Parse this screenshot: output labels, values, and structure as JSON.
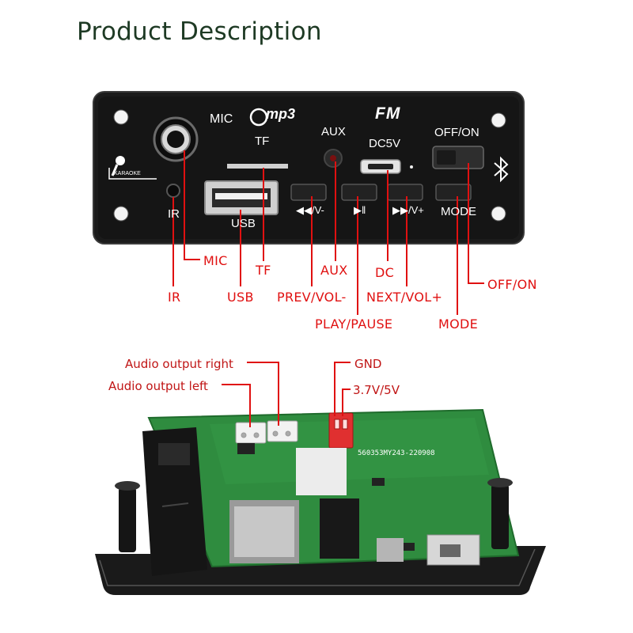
{
  "title": "Product Description",
  "panel": {
    "mic_label": "MIC",
    "mp3_logo": "mp3",
    "tf_label": "TF",
    "aux_label": "AUX",
    "fm_logo": "FM",
    "dc_label": "DC5V",
    "off_on_label": "OFF/ON",
    "karaoke_label": "KARAOKE",
    "ir_label": "IR",
    "usb_label": "USB",
    "prev_label": "◀◀/V-",
    "play_label": "▶‖",
    "next_label": "▶▶/V+",
    "mode_label": "MODE"
  },
  "callouts": {
    "mic": "MIC",
    "tf": "TF",
    "aux": "AUX",
    "dc": "DC",
    "off_on": "OFF/ON",
    "ir": "IR",
    "usb": "USB",
    "prev_vol": "PREV/VOL-",
    "next_vol": "NEXT/VOL+",
    "play_pause": "PLAY/PAUSE",
    "mode": "MODE"
  },
  "board_callouts": {
    "audio_right": "Audio output right",
    "audio_left": "Audio output left",
    "gnd": "GND",
    "power": "3.7V/5V"
  },
  "board": {
    "pcb_code": "560353MY243-220908"
  },
  "colors": {
    "callout": "#e01010",
    "panel": "#1a1a1a",
    "pcb": "#2e8b3e",
    "title": "#1e3a24"
  }
}
